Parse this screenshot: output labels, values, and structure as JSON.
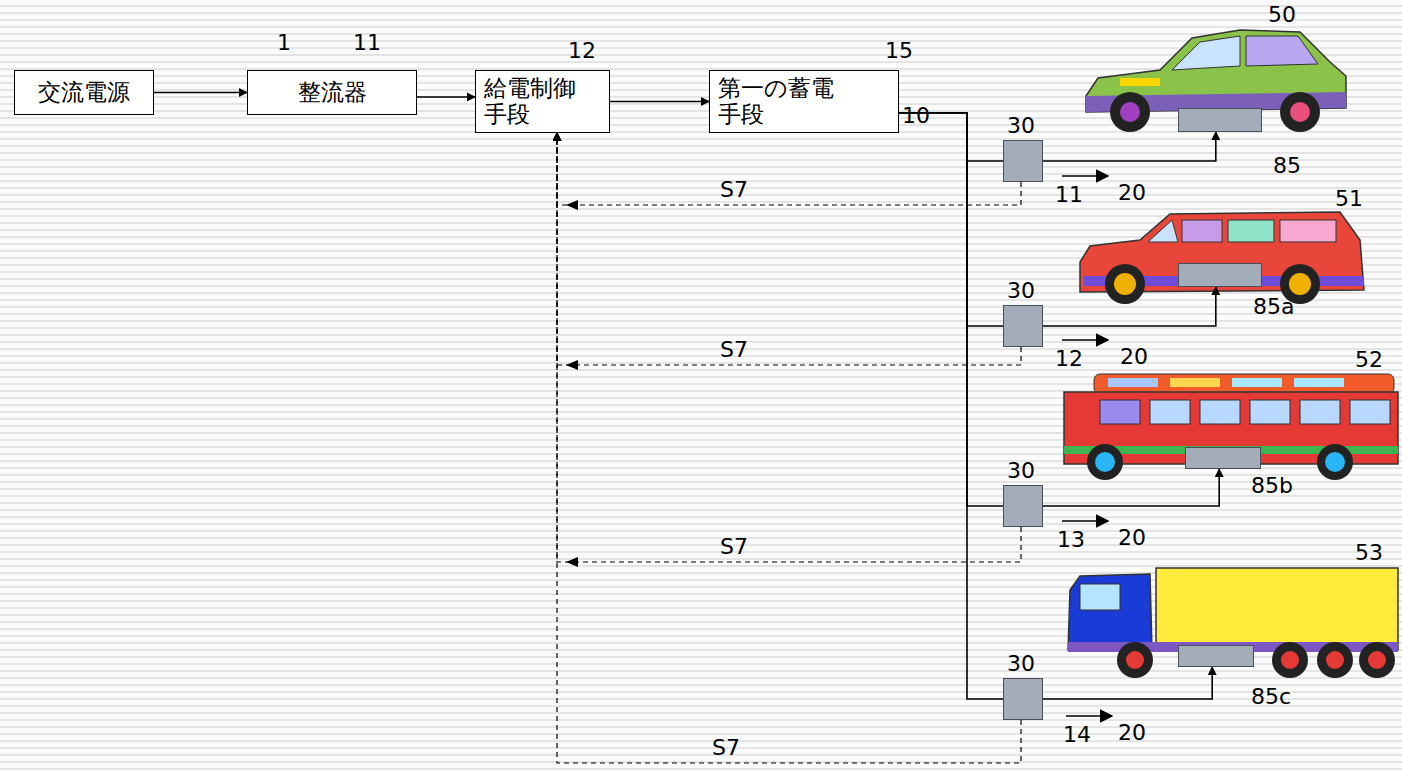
{
  "diagram": {
    "nodes": [
      {
        "text": [
          "交流電源"
        ]
      },
      {
        "text": [
          "整流器"
        ]
      },
      {
        "text": [
          "給電制御手段"
        ]
      },
      {
        "text": [
          "第一の蓄電手段"
        ]
      },
      {
        "text": [
          "30"
        ]
      },
      {
        "text": [
          "85"
        ]
      },
      {
        "text": [
          "30"
        ]
      },
      {
        "text": [
          "85a"
        ]
      },
      {
        "text": [
          "30"
        ]
      },
      {
        "text": [
          "85b"
        ]
      },
      {
        "text": [
          "30"
        ]
      },
      {
        "text": [
          "85c"
        ]
      }
    ],
    "edges": [
      {
        "from": 0,
        "to": 1,
        "arrow": "to"
      },
      {
        "from": 1,
        "to": 2,
        "arrow": "to"
      },
      {
        "from": 2,
        "to": 3,
        "arrow": "to"
      },
      {
        "from": 3,
        "to": 4,
        "arrow": "none"
      },
      {
        "from": 3,
        "to": 6,
        "arrow": "none"
      },
      {
        "from": 3,
        "to": 8,
        "arrow": "none"
      },
      {
        "from": 3,
        "to": 10,
        "arrow": "none"
      },
      {
        "from": 4,
        "to": 5,
        "arrow": "to"
      },
      {
        "from": 6,
        "to": 7,
        "arrow": "to"
      },
      {
        "from": 8,
        "to": 9,
        "arrow": "to"
      },
      {
        "from": 10,
        "to": 11,
        "arrow": "to"
      },
      {
        "from": 4,
        "to": 2,
        "arrow": "to",
        "label": "S7"
      },
      {
        "from": 6,
        "to": 2,
        "arrow": "to",
        "label": "S7"
      },
      {
        "from": 8,
        "to": 2,
        "arrow": "to",
        "label": "S7"
      },
      {
        "from": 10,
        "to": 2,
        "arrow": "to",
        "label": "S7"
      }
    ],
    "labels": [
      "1",
      "11",
      "12",
      "15",
      "10",
      "50",
      "11",
      "20",
      "51",
      "12",
      "20",
      "52",
      "13",
      "20",
      "53",
      "14",
      "20"
    ]
  }
}
